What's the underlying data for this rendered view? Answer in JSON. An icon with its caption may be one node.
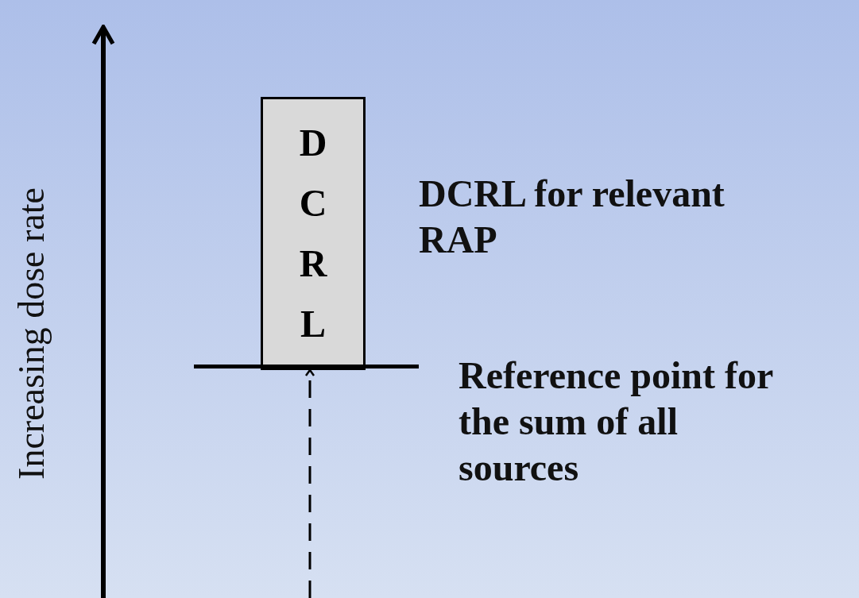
{
  "diagram": {
    "nodes": [
      {
        "text": [
          "DCRL"
        ],
        "beside": [
          "DCRL for relevant RAP"
        ]
      },
      {
        "text": [],
        "shape": "bar",
        "beside": [
          "Reference point for the sum of all sources"
        ]
      }
    ],
    "edges": [
      {
        "from": null,
        "to": 1,
        "arrow": "to",
        "style": "dashed"
      }
    ],
    "labels": [
      "Increasing dose rate"
    ]
  }
}
